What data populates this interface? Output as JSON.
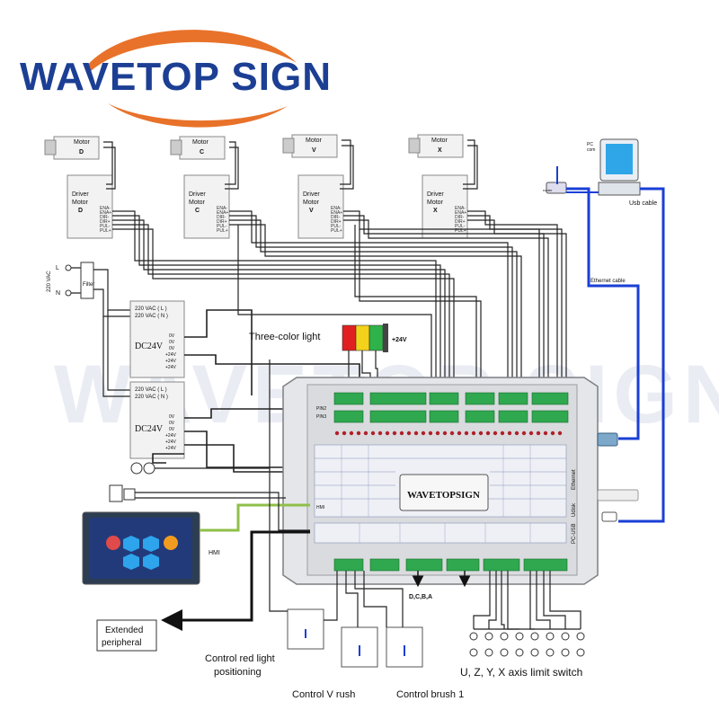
{
  "brand": {
    "logo_text": "WAVETOP SIGN",
    "logo_color": "#1c3f94",
    "swoosh_color": "#e8722a",
    "watermark": "WAVETOP SIGN"
  },
  "motors": [
    {
      "motor_label": "Motor",
      "motor_axis": "D",
      "driver_label_1": "Driver",
      "driver_label_2": "Motor",
      "driver_axis": "D"
    },
    {
      "motor_label": "Motor",
      "motor_axis": "C",
      "driver_label_1": "Driver",
      "driver_label_2": "Motor",
      "driver_axis": "C"
    },
    {
      "motor_label": "Motor",
      "motor_axis": "V",
      "driver_label_1": "Driver",
      "driver_label_2": "Motor",
      "driver_axis": "V"
    },
    {
      "motor_label": "Motor",
      "motor_axis": "X",
      "driver_label_1": "Driver",
      "driver_label_2": "Motor",
      "driver_axis": "X"
    }
  ],
  "driver_terminals": [
    "ENA-",
    "ENA+",
    "DIR-",
    "DIR+",
    "PUL-",
    "PUL+"
  ],
  "power": {
    "ac_label": "220 VAC",
    "line_label": "L",
    "neutral_label": "N",
    "filter_label": "Filter",
    "psu": [
      {
        "name": "DC24V",
        "in_l": "220 VAC ( L )",
        "in_n": "220 VAC ( N )",
        "outputs": [
          "0V",
          "0V",
          "0V",
          "+24V",
          "+24V",
          "+24V"
        ]
      },
      {
        "name": "DC24V",
        "in_l": "220 VAC ( L )",
        "in_n": "220 VAC ( N )",
        "outputs": [
          "0V",
          "0V",
          "0V",
          "+24V",
          "+24V",
          "+24V"
        ]
      }
    ]
  },
  "three_color_light": {
    "label": "Three-color light",
    "voltage": "+24V",
    "colors": [
      "#e02020",
      "#f2d21a",
      "#2fb24a"
    ]
  },
  "controller": {
    "name": "WAVETOPSIGN",
    "pin2": "PIN2",
    "pin3": "PIN3",
    "hmi_port": "HMI",
    "ethernet": "Ethernet",
    "usb": "Udisk",
    "pc_usb": "PC-USB",
    "axis_caption": "D,C,B,A"
  },
  "pc": {
    "label_1": "PC",
    "label_2": "com",
    "usb_cable": "Usb cable",
    "router": "router",
    "ethernet_cable": "Ethernet cable",
    "cable_color": "#1a3fd6"
  },
  "hmi": {
    "label": "HMI"
  },
  "peripheral": {
    "label_1": "Extended",
    "label_2": "peripheral"
  },
  "captions": {
    "red_light": "Control red light",
    "red_light_2": "positioning",
    "v_rush": "Control V rush",
    "brush": "Control brush 1",
    "limit_switch": "U, Z, Y, X axis limit switch"
  }
}
